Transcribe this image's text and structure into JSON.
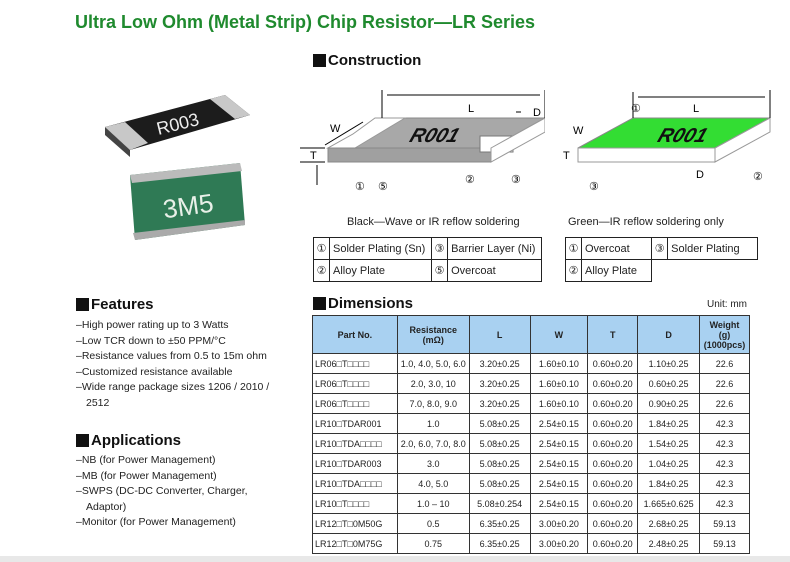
{
  "title": "Ultra Low Ohm (Metal Strip) Chip Resistor—LR Series",
  "photo": {
    "black_chip_marking": "R003",
    "green_chip_marking": "3M5"
  },
  "construction": {
    "heading": "Construction",
    "diagram": {
      "L": "L",
      "W": "W",
      "T": "T",
      "D": "D",
      "marking": "R001",
      "n1": "①",
      "n2": "②",
      "n3": "③",
      "n5": "⑤"
    },
    "black_caption": "Black—Wave or IR reflow soldering",
    "green_caption": "Green—IR reflow soldering only",
    "black_legend": [
      [
        "①",
        "Solder Plating (Sn)",
        "③",
        "Barrier Layer (Ni)"
      ],
      [
        "②",
        "Alloy Plate",
        "⑤",
        "Overcoat"
      ]
    ],
    "green_legend": [
      [
        "①",
        "Overcoat",
        "③",
        "Solder Plating"
      ],
      [
        "②",
        "Alloy Plate"
      ]
    ]
  },
  "features": {
    "heading": "Features",
    "items": [
      "High power rating up to 3 Watts",
      "Low TCR down to ±50 PPM/°C",
      "Resistance values from 0.5 to 15m ohm",
      "Customized resistance available",
      "Wide range package sizes 1206 / 2010 / 2512"
    ]
  },
  "applications": {
    "heading": "Applications",
    "items": [
      "NB (for Power Management)",
      "MB (for Power Management)",
      "SWPS (DC-DC Converter, Charger, Adaptor)",
      "Monitor (for Power Management)"
    ]
  },
  "dimensions": {
    "heading": "Dimensions",
    "unit": "Unit: mm",
    "headers": [
      "Part No.",
      "Resistance\n(mΩ)",
      "L",
      "W",
      "T",
      "D",
      "Weight\n(g)\n(1000pcs)"
    ],
    "rows": [
      [
        "LR06□T□□□□",
        "1.0, 4.0, 5.0, 6.0",
        "3.20±0.25",
        "1.60±0.10",
        "0.60±0.20",
        "1.10±0.25",
        "22.6"
      ],
      [
        "LR06□T□□□□",
        "2.0, 3.0, 10",
        "3.20±0.25",
        "1.60±0.10",
        "0.60±0.20",
        "0.60±0.25",
        "22.6"
      ],
      [
        "LR06□T□□□□",
        "7.0, 8.0, 9.0",
        "3.20±0.25",
        "1.60±0.10",
        "0.60±0.20",
        "0.90±0.25",
        "22.6"
      ],
      [
        "LR10□TDAR001",
        "1.0",
        "5.08±0.25",
        "2.54±0.15",
        "0.60±0.20",
        "1.84±0.25",
        "42.3"
      ],
      [
        "LR10□TDA□□□□",
        "2.0, 6.0, 7.0, 8.0",
        "5.08±0.25",
        "2.54±0.15",
        "0.60±0.20",
        "1.54±0.25",
        "42.3"
      ],
      [
        "LR10□TDAR003",
        "3.0",
        "5.08±0.25",
        "2.54±0.15",
        "0.60±0.20",
        "1.04±0.25",
        "42.3"
      ],
      [
        "LR10□TDA□□□□",
        "4.0, 5.0",
        "5.08±0.25",
        "2.54±0.15",
        "0.60±0.20",
        "1.84±0.25",
        "42.3"
      ],
      [
        "LR10□T□□□□",
        "1.0 – 10",
        "5.08±0.254",
        "2.54±0.15",
        "0.60±0.20",
        "1.665±0.625",
        "42.3"
      ],
      [
        "LR12□T□0M50G",
        "0.5",
        "6.35±0.25",
        "3.00±0.20",
        "0.60±0.20",
        "2.68±0.25",
        "59.13"
      ],
      [
        "LR12□T□0M75G",
        "0.75",
        "6.35±0.25",
        "3.00±0.20",
        "0.60±0.20",
        "2.48±0.25",
        "59.13"
      ]
    ]
  }
}
